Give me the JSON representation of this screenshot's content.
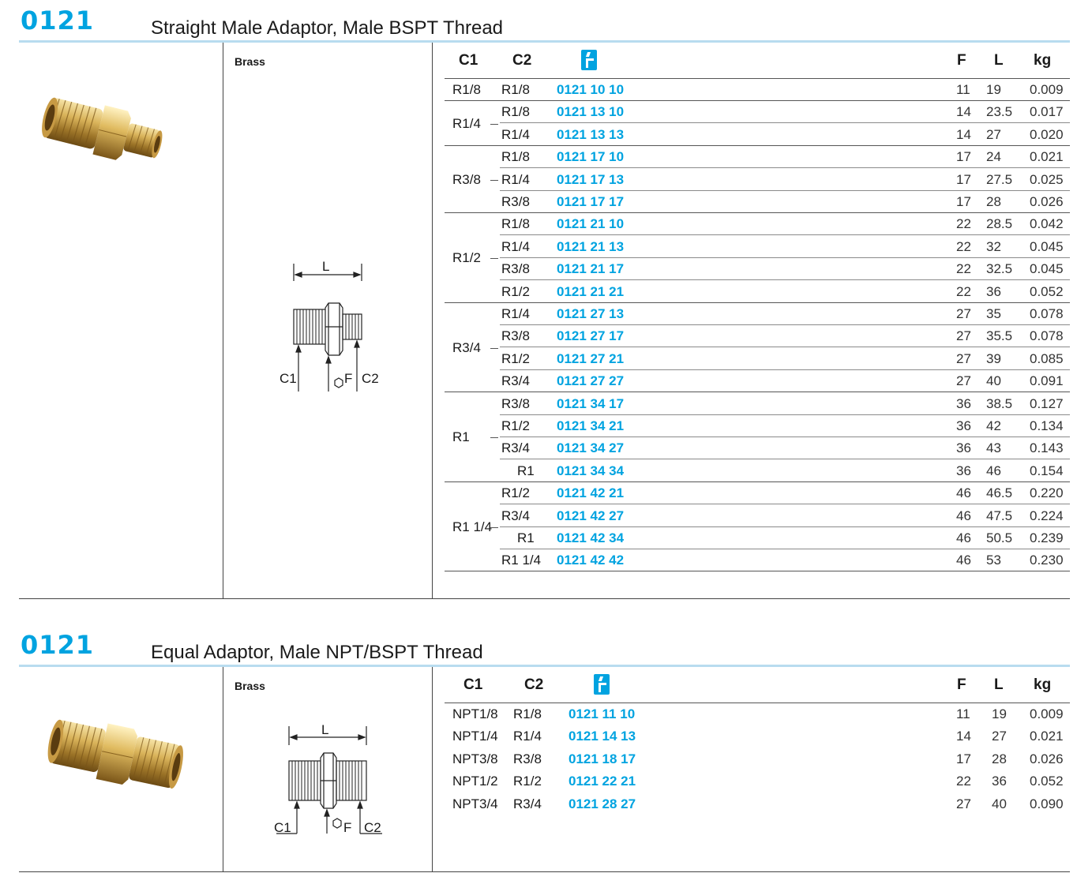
{
  "colors": {
    "accent": "#00a3e0",
    "rule": "#b8dcef"
  },
  "sections": [
    {
      "code": "0121",
      "title": "Straight Male Adaptor, Male BSPT Thread",
      "material": "Brass",
      "headers": {
        "c1": "C1",
        "c2": "C2",
        "f": "F",
        "l": "L",
        "kg": "kg"
      },
      "icon": "catalogue-reference-icon",
      "diagram_labels": {
        "l": "L",
        "c1": "C1",
        "f": "F",
        "c2": "C2"
      },
      "groups": [
        {
          "c1": "R1/8",
          "rows": [
            {
              "c2": "R1/8",
              "art": "0121 10 10",
              "f": "11",
              "l": "19",
              "kg": "0.009"
            }
          ]
        },
        {
          "c1": "R1/4",
          "rows": [
            {
              "c2": "R1/8",
              "art": "0121 13 10",
              "f": "14",
              "l": "23.5",
              "kg": "0.017"
            },
            {
              "c2": "R1/4",
              "art": "0121 13 13",
              "f": "14",
              "l": "27",
              "kg": "0.020"
            }
          ]
        },
        {
          "c1": "R3/8",
          "rows": [
            {
              "c2": "R1/8",
              "art": "0121 17 10",
              "f": "17",
              "l": "24",
              "kg": "0.021"
            },
            {
              "c2": "R1/4",
              "art": "0121 17 13",
              "f": "17",
              "l": "27.5",
              "kg": "0.025"
            },
            {
              "c2": "R3/8",
              "art": "0121 17 17",
              "f": "17",
              "l": "28",
              "kg": "0.026"
            }
          ]
        },
        {
          "c1": "R1/2",
          "rows": [
            {
              "c2": "R1/8",
              "art": "0121 21 10",
              "f": "22",
              "l": "28.5",
              "kg": "0.042"
            },
            {
              "c2": "R1/4",
              "art": "0121 21 13",
              "f": "22",
              "l": "32",
              "kg": "0.045"
            },
            {
              "c2": "R3/8",
              "art": "0121 21 17",
              "f": "22",
              "l": "32.5",
              "kg": "0.045"
            },
            {
              "c2": "R1/2",
              "art": "0121 21 21",
              "f": "22",
              "l": "36",
              "kg": "0.052"
            }
          ]
        },
        {
          "c1": "R3/4",
          "rows": [
            {
              "c2": "R1/4",
              "art": "0121 27 13",
              "f": "27",
              "l": "35",
              "kg": "0.078"
            },
            {
              "c2": "R3/8",
              "art": "0121 27 17",
              "f": "27",
              "l": "35.5",
              "kg": "0.078"
            },
            {
              "c2": "R1/2",
              "art": "0121 27 21",
              "f": "27",
              "l": "39",
              "kg": "0.085"
            },
            {
              "c2": "R3/4",
              "art": "0121 27 27",
              "f": "27",
              "l": "40",
              "kg": "0.091"
            }
          ]
        },
        {
          "c1": "R1",
          "rows": [
            {
              "c2": "R3/8",
              "art": "0121 34 17",
              "f": "36",
              "l": "38.5",
              "kg": "0.127"
            },
            {
              "c2": "R1/2",
              "art": "0121 34 21",
              "f": "36",
              "l": "42",
              "kg": "0.134"
            },
            {
              "c2": "R3/4",
              "art": "0121 34 27",
              "f": "36",
              "l": "43",
              "kg": "0.143"
            },
            {
              "c2": "R1",
              "art": "0121 34 34",
              "f": "36",
              "l": "46",
              "kg": "0.154"
            }
          ]
        },
        {
          "c1": "R1 1/4",
          "rows": [
            {
              "c2": "R1/2",
              "art": "0121 42 21",
              "f": "46",
              "l": "46.5",
              "kg": "0.220"
            },
            {
              "c2": "R3/4",
              "art": "0121 42 27",
              "f": "46",
              "l": "47.5",
              "kg": "0.224"
            },
            {
              "c2": "R1",
              "art": "0121 42 34",
              "f": "46",
              "l": "50.5",
              "kg": "0.239"
            },
            {
              "c2": "R1 1/4",
              "art": "0121 42 42",
              "f": "46",
              "l": "53",
              "kg": "0.230"
            }
          ]
        }
      ]
    },
    {
      "code": "0121",
      "title": "Equal Adaptor, Male NPT/BSPT Thread",
      "material": "Brass",
      "headers": {
        "c1": "C1",
        "c2": "C2",
        "f": "F",
        "l": "L",
        "kg": "kg"
      },
      "icon": "catalogue-reference-icon",
      "diagram_labels": {
        "l": "L",
        "c1": "C1",
        "f": "F",
        "c2": "C2"
      },
      "rows": [
        {
          "c1": "NPT1/8",
          "c2": "R1/8",
          "art": "0121 11 10",
          "f": "11",
          "l": "19",
          "kg": "0.009"
        },
        {
          "c1": "NPT1/4",
          "c2": "R1/4",
          "art": "0121 14 13",
          "f": "14",
          "l": "27",
          "kg": "0.021"
        },
        {
          "c1": "NPT3/8",
          "c2": "R3/8",
          "art": "0121 18 17",
          "f": "17",
          "l": "28",
          "kg": "0.026"
        },
        {
          "c1": "NPT1/2",
          "c2": "R1/2",
          "art": "0121 22 21",
          "f": "22",
          "l": "36",
          "kg": "0.052"
        },
        {
          "c1": "NPT3/4",
          "c2": "R3/4",
          "art": "0121 28 27",
          "f": "27",
          "l": "40",
          "kg": "0.090"
        }
      ]
    }
  ]
}
